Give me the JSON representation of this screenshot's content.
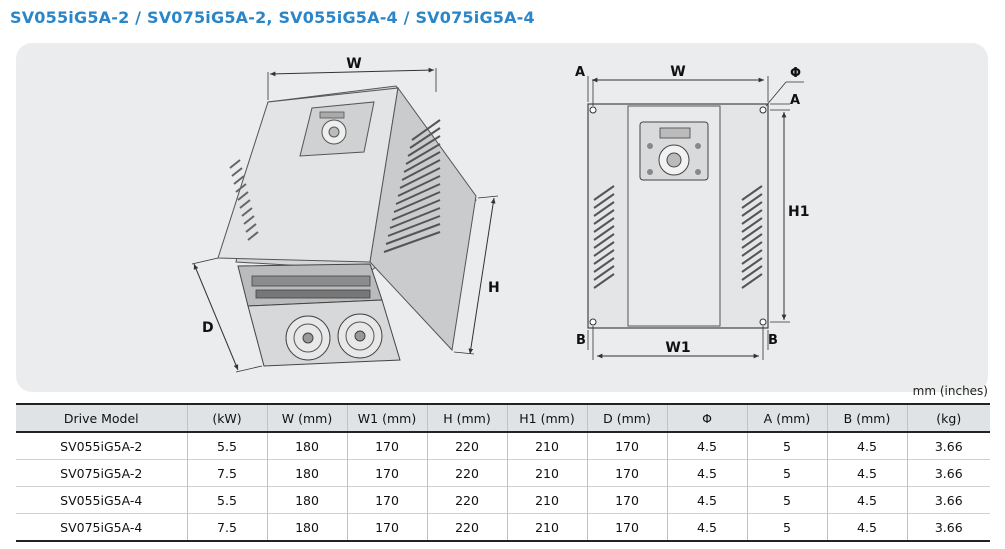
{
  "title": "SV055iG5A-2 / SV075iG5A-2,  SV055iG5A-4 / SV075iG5A-4",
  "dims": {
    "w": "W",
    "d": "D",
    "h": "H",
    "a": "A",
    "phi": "Φ",
    "h1": "H1",
    "b": "B",
    "w1": "W1"
  },
  "unit_note": "mm (inches)",
  "table": {
    "headers": [
      "Drive Model",
      "(kW)",
      "W (mm)",
      "W1 (mm)",
      "H (mm)",
      "H1 (mm)",
      "D (mm)",
      "Φ",
      "A (mm)",
      "B (mm)",
      "(kg)"
    ],
    "rows": [
      [
        "SV055iG5A-2",
        "5.5",
        "180",
        "170",
        "220",
        "210",
        "170",
        "4.5",
        "5",
        "4.5",
        "3.66"
      ],
      [
        "SV075iG5A-2",
        "7.5",
        "180",
        "170",
        "220",
        "210",
        "170",
        "4.5",
        "5",
        "4.5",
        "3.66"
      ],
      [
        "SV055iG5A-4",
        "5.5",
        "180",
        "170",
        "220",
        "210",
        "170",
        "4.5",
        "5",
        "4.5",
        "3.66"
      ],
      [
        "SV075iG5A-4",
        "7.5",
        "180",
        "170",
        "220",
        "210",
        "170",
        "4.5",
        "5",
        "4.5",
        "3.66"
      ]
    ]
  }
}
